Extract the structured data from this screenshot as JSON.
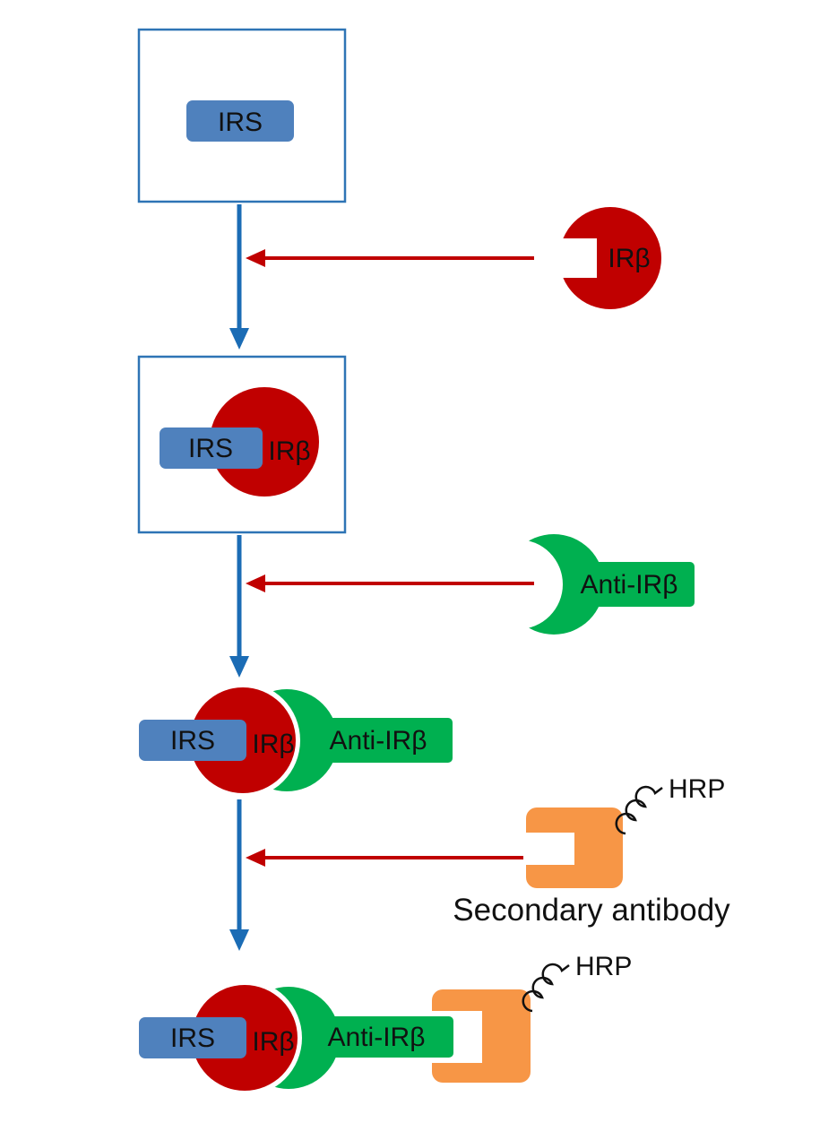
{
  "colors": {
    "well_outline_blue": "#2e74b5",
    "flow_arrow_blue": "#1b6cb5",
    "irs_block_blue": "#4f81bd",
    "protein_red": "#c00000",
    "antibody_green": "#00b050",
    "secondary_orange": "#f79646",
    "text_black": "#111111"
  },
  "steps": {
    "step1": {
      "irs_label": "IRS"
    },
    "step2": {
      "irs_label": "IRS",
      "irb_label": "IRβ"
    },
    "step3": {
      "irs_label": "IRS",
      "irb_label": "IRβ",
      "anti_irb_label": "Anti-IRβ"
    },
    "step4": {
      "irs_label": "IRS",
      "irb_label": "IRβ",
      "anti_irb_label": "Anti-IRβ",
      "hrp_label": "HRP"
    }
  },
  "reagents": {
    "irb": {
      "label": "IRβ"
    },
    "anti_irb": {
      "label": "Anti-IRβ"
    },
    "secondary": {
      "label": "Secondary antibody",
      "hrp_label": "HRP"
    }
  }
}
